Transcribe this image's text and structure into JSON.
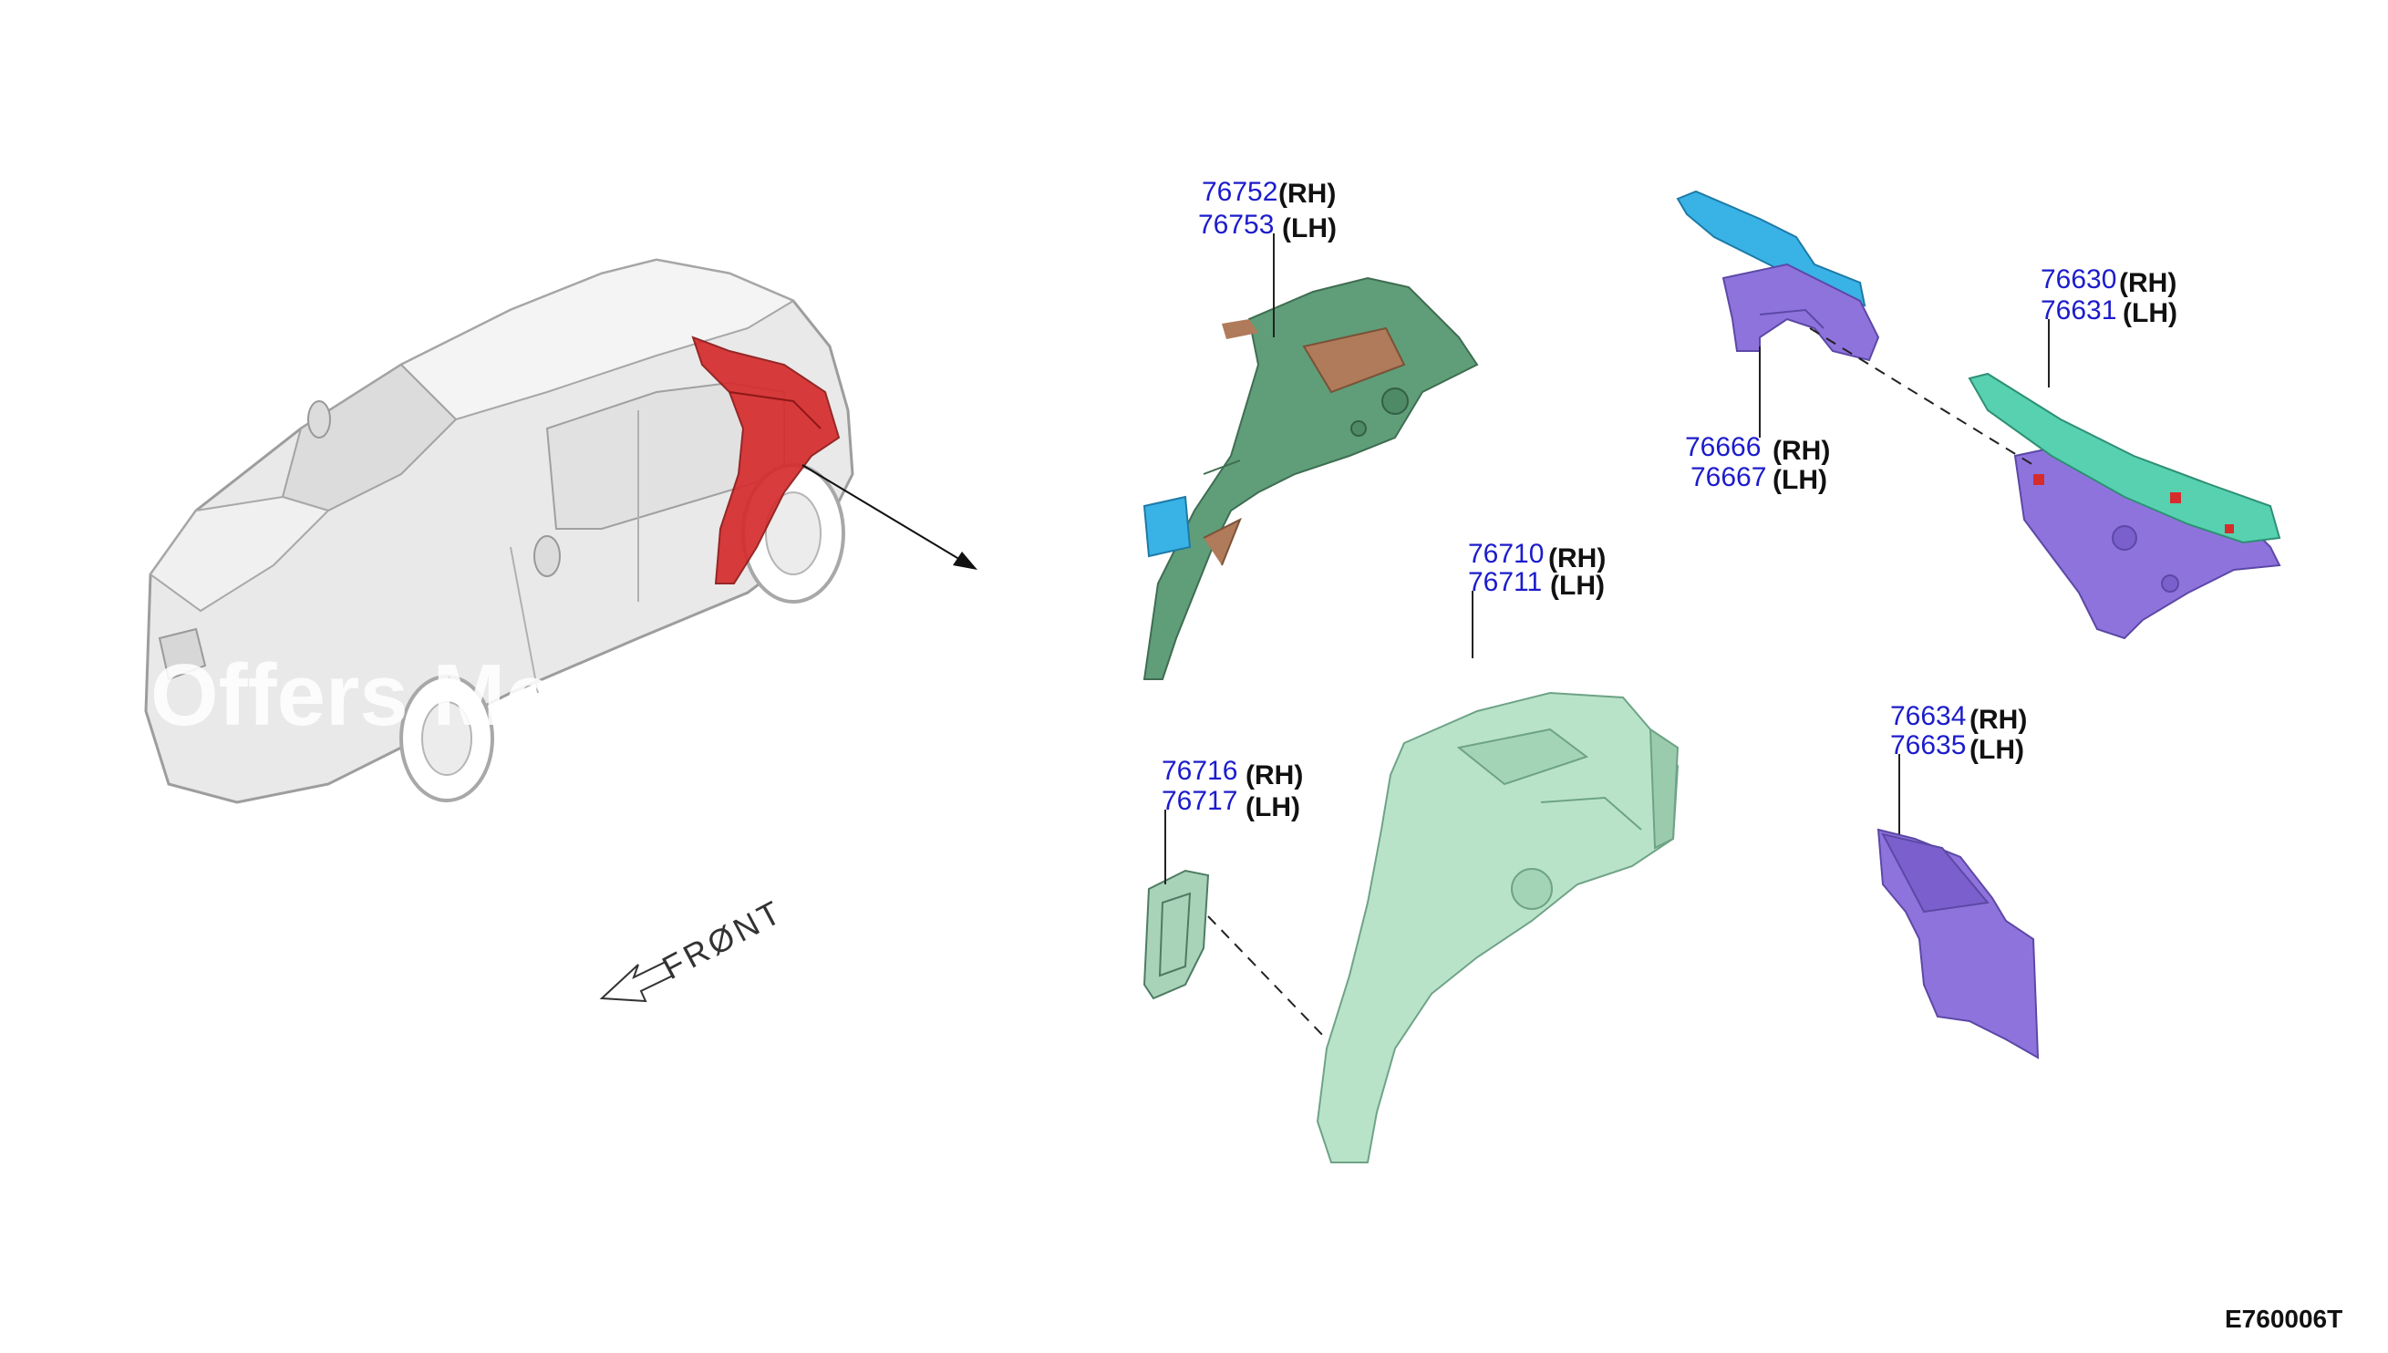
{
  "callouts": [
    {
      "rh": "76752",
      "lh": "76753",
      "rh_tag": "(RH)",
      "lh_tag": "(LH)"
    },
    {
      "rh": "76666",
      "lh": "76667",
      "rh_tag": "(RH)",
      "lh_tag": "(LH)"
    },
    {
      "rh": "76630",
      "lh": "76631",
      "rh_tag": "(RH)",
      "lh_tag": "(LH)"
    },
    {
      "rh": "76710",
      "lh": "76711",
      "rh_tag": "(RH)",
      "lh_tag": "(LH)"
    },
    {
      "rh": "76716",
      "lh": "76717",
      "rh_tag": "(RH)",
      "lh_tag": "(LH)"
    },
    {
      "rh": "76634",
      "lh": "76635",
      "rh_tag": "(RH)",
      "lh_tag": "(LH)"
    }
  ],
  "front_label": "FRØNT",
  "watermark": "Offers Men       talog r",
  "diagram_code": "E760006T",
  "colors": {
    "highlight": "#d62c2c",
    "green_panel": "#5f9e78",
    "light_green": "#b9e3c9",
    "purple": "#8f73dd",
    "cyan": "#39b2e6",
    "teal": "#57d1b0",
    "brown": "#b07b5a",
    "part_number": "#1c1ccc"
  }
}
